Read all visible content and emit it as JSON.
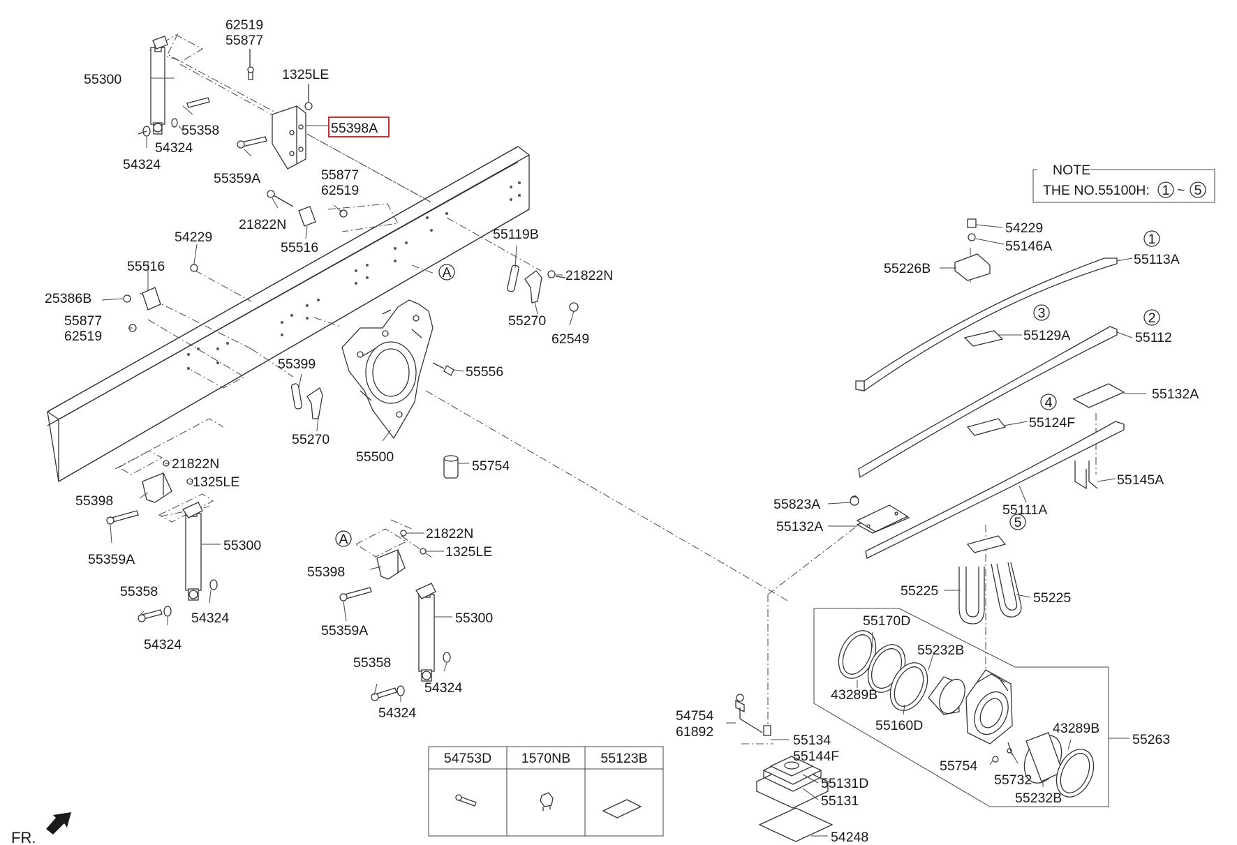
{
  "title": "",
  "note": {
    "heading": "NOTE",
    "text": "THE NO.55100H:",
    "range_start": "1",
    "range_sep": "~",
    "range_end": "5"
  },
  "orientation_label": "FR.",
  "callouts": [
    {
      "id": "c01",
      "text": "62519"
    },
    {
      "id": "c02",
      "text": "55877"
    },
    {
      "id": "c03",
      "text": "55300"
    },
    {
      "id": "c04",
      "text": "1325LE"
    },
    {
      "id": "c05",
      "text": "55398A",
      "highlighted": true
    },
    {
      "id": "c06",
      "text": "55358"
    },
    {
      "id": "c07",
      "text": "54324"
    },
    {
      "id": "c08",
      "text": "54324"
    },
    {
      "id": "c09",
      "text": "55359A"
    },
    {
      "id": "c10",
      "text": "55877"
    },
    {
      "id": "c11",
      "text": "62519"
    },
    {
      "id": "c12",
      "text": "21822N"
    },
    {
      "id": "c13",
      "text": "55516"
    },
    {
      "id": "c14",
      "text": "54229"
    },
    {
      "id": "c15",
      "text": "55516"
    },
    {
      "id": "c16",
      "text": "25386B"
    },
    {
      "id": "c17",
      "text": "55877"
    },
    {
      "id": "c18",
      "text": "62519"
    },
    {
      "id": "c19",
      "text": "55119B"
    },
    {
      "id": "c20",
      "text": "21822N"
    },
    {
      "id": "c21",
      "text": "55270"
    },
    {
      "id": "c22",
      "text": "62549"
    },
    {
      "id": "c23",
      "text": "55399"
    },
    {
      "id": "c24",
      "text": "55556"
    },
    {
      "id": "c25",
      "text": "55270"
    },
    {
      "id": "c26",
      "text": "55500"
    },
    {
      "id": "c27",
      "text": "55754"
    },
    {
      "id": "c28",
      "text": "21822N"
    },
    {
      "id": "c29",
      "text": "1325LE"
    },
    {
      "id": "c30",
      "text": "55398"
    },
    {
      "id": "c31",
      "text": "55300"
    },
    {
      "id": "c32",
      "text": "55359A"
    },
    {
      "id": "c33",
      "text": "55358"
    },
    {
      "id": "c34",
      "text": "54324"
    },
    {
      "id": "c35",
      "text": "54324"
    },
    {
      "id": "c36",
      "text": "21822N"
    },
    {
      "id": "c37",
      "text": "1325LE"
    },
    {
      "id": "c38",
      "text": "55398"
    },
    {
      "id": "c39",
      "text": "55300"
    },
    {
      "id": "c40",
      "text": "55359A"
    },
    {
      "id": "c41",
      "text": "55358"
    },
    {
      "id": "c42",
      "text": "54324"
    },
    {
      "id": "c43",
      "text": "54324"
    },
    {
      "id": "c44",
      "text": "54229"
    },
    {
      "id": "c45",
      "text": "55146A"
    },
    {
      "id": "c46",
      "text": "55226B"
    },
    {
      "id": "c47",
      "text": "55113A"
    },
    {
      "id": "c48",
      "text": "55129A"
    },
    {
      "id": "c49",
      "text": "55112"
    },
    {
      "id": "c50",
      "text": "55132A"
    },
    {
      "id": "c51",
      "text": "55124F"
    },
    {
      "id": "c52",
      "text": "55145A"
    },
    {
      "id": "c53",
      "text": "55823A"
    },
    {
      "id": "c54",
      "text": "55132A"
    },
    {
      "id": "c55",
      "text": "55111A"
    },
    {
      "id": "c56",
      "text": "55225"
    },
    {
      "id": "c57",
      "text": "55225"
    },
    {
      "id": "c58",
      "text": "55170D"
    },
    {
      "id": "c59",
      "text": "55232B"
    },
    {
      "id": "c60",
      "text": "43289B"
    },
    {
      "id": "c61",
      "text": "55160D"
    },
    {
      "id": "c62",
      "text": "43289B"
    },
    {
      "id": "c63",
      "text": "55263"
    },
    {
      "id": "c64",
      "text": "55754"
    },
    {
      "id": "c65",
      "text": "55732"
    },
    {
      "id": "c66",
      "text": "55232B"
    },
    {
      "id": "c67",
      "text": "54754"
    },
    {
      "id": "c68",
      "text": "61892"
    },
    {
      "id": "c69",
      "text": "55134"
    },
    {
      "id": "c70",
      "text": "55144F"
    },
    {
      "id": "c71",
      "text": "55131D"
    },
    {
      "id": "c72",
      "text": "55131"
    },
    {
      "id": "c73",
      "text": "54248"
    }
  ],
  "circled_refs": [
    {
      "id": "r1",
      "text": "A"
    },
    {
      "id": "r2",
      "text": "A"
    },
    {
      "id": "r3",
      "text": "1"
    },
    {
      "id": "r4",
      "text": "2"
    },
    {
      "id": "r5",
      "text": "3"
    },
    {
      "id": "r6",
      "text": "4"
    },
    {
      "id": "r7",
      "text": "5"
    }
  ],
  "legend_table": {
    "headers": [
      "54753D",
      "1570NB",
      "55123B"
    ],
    "icons": [
      "bolt-icon",
      "clip-icon",
      "plate-icon"
    ]
  },
  "colors": {
    "line": "#333333",
    "text": "#1a1a1a",
    "highlight": "#e0242b",
    "background": "#ffffff"
  }
}
